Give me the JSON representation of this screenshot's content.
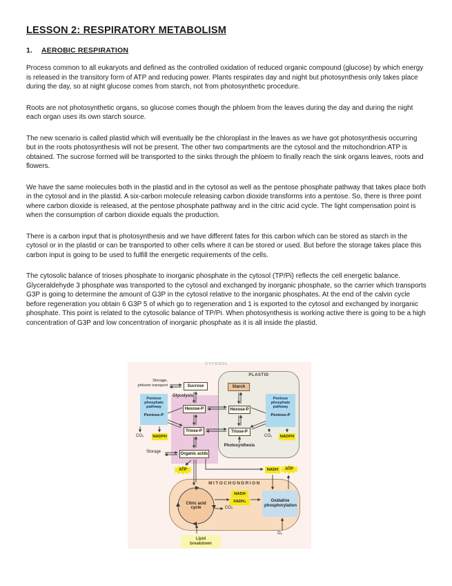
{
  "document": {
    "title": "LESSON 2: RESPIRATORY METABOLISM",
    "section": {
      "number": "1.",
      "heading": "AEROBIC RESPIRATION"
    },
    "paragraphs": [
      "Process common to all eukaryots and defined as the controlled oxidation of reduced organic compound (glucose) by which energy is released in the transitory form of ATP and reducing power. Plants respirates day and night but photosynthesis only takes place during the day, so at night glucose comes from starch, not from photosynthetic procedure.",
      "Roots are not photosynthetic organs, so glucose comes though the phloem from the leaves during the day and during the night each organ uses its own starch source.",
      "The new scenario is called plastid which will eventually be the chloroplast in the leaves as we have got photosynthesis occurring but in the roots photosynthesis will not be present. The other two compartments are the cytosol and the mitochondrion ATP is obtained. The sucrose formed will be transported to the sinks through the phloem to finally reach the sink organs leaves, roots and flowers.",
      "We have the same molecules both in the plastid and in the cytosol as well as the pentose phosphate pathway that takes place both in the cytosol and in the plastid. A six-carbon molecule releasing carbon dioxide transforms into a pentose. So, there is three point where carbon dioxide is released, at the pentose phosphate pathway and in the citric acid cycle. The light compensation point is when the consumption of carbon dioxide equals the production.",
      "There is a carbon input that is photosynthesis and we have different fates for this carbon which can be stored as starch in the cytosol or in the plastid or can be transported to other cells where it can be stored or used. But before the storage takes place this carbon input is going to be used to fulfill the energetic requirements of the cells.",
      "The cytosolic balance of trioses phosphate to inorganic phosphate in the cytosol (TP/Pi) reflects the cell energetic balance. Glyceraldehyde 3 phosphate was transported to the cytosol and exchanged by inorganic phosphate, so the carrier which transports G3P is going to determine the amount of G3P in the cytosol relative to the inorganic phosphates. At the end of the calvin cycle before regeneration you obtain 6 G3P 5 of which go to regeneration and 1 is exported to the cytosol and exchanged by inorganic phosphate. This point is related to the cytosolic balance of TP/Pi. When photosynthesis is working active there is going to be a high concentration of G3P and low concentration of inorganic phosphate as it is all inside the plastid."
    ]
  },
  "diagram": {
    "regions": {
      "cytosol": "CYTOSOL",
      "plastid": "PLASTID",
      "mitochondrion": "MITOCHONDRION"
    },
    "labels": {
      "storage_phloem_line1": "Storage,",
      "storage_phloem_line2": "phloem transport",
      "sucrose": "Sucrose",
      "glycolysis": "Glycolysis",
      "pentose_phosphate_pathway": "Pentose phosphate pathway",
      "pentose_p": "Pentose-P",
      "hexose_p": "Hexose-P",
      "triose_p": "Triose-P",
      "co2": "CO₂",
      "nadph": "NADPH",
      "starch": "Starch",
      "photosynthesis": "Photosynthesis",
      "storage": "Storage",
      "organic_acids": "Organic acids",
      "atp": "ATP",
      "nadh": "NADH",
      "fadh2": "FADH₂",
      "citric_acid_cycle": "Citric acid cycle",
      "oxidative_phosphorylation": "Oxidative phosphorylation",
      "o2": "O₂",
      "lipid_breakdown": "Lipid breakdown"
    },
    "colors": {
      "diagram_background": "#fcf1ec",
      "glycolysis_band": "#ecc9de",
      "plastid_fill": "#edebe2",
      "mitochondrion_fill": "#f8dcbd",
      "pathway_box_blue": "#aedaf0",
      "oxphos_box_blue": "#c6ddee",
      "cofactor_yellow": "#f6e714",
      "starch_fill": "#eac49e",
      "citric_circle_fill": "#f4c89e",
      "lipid_box_yellow": "#faf6ad"
    }
  }
}
